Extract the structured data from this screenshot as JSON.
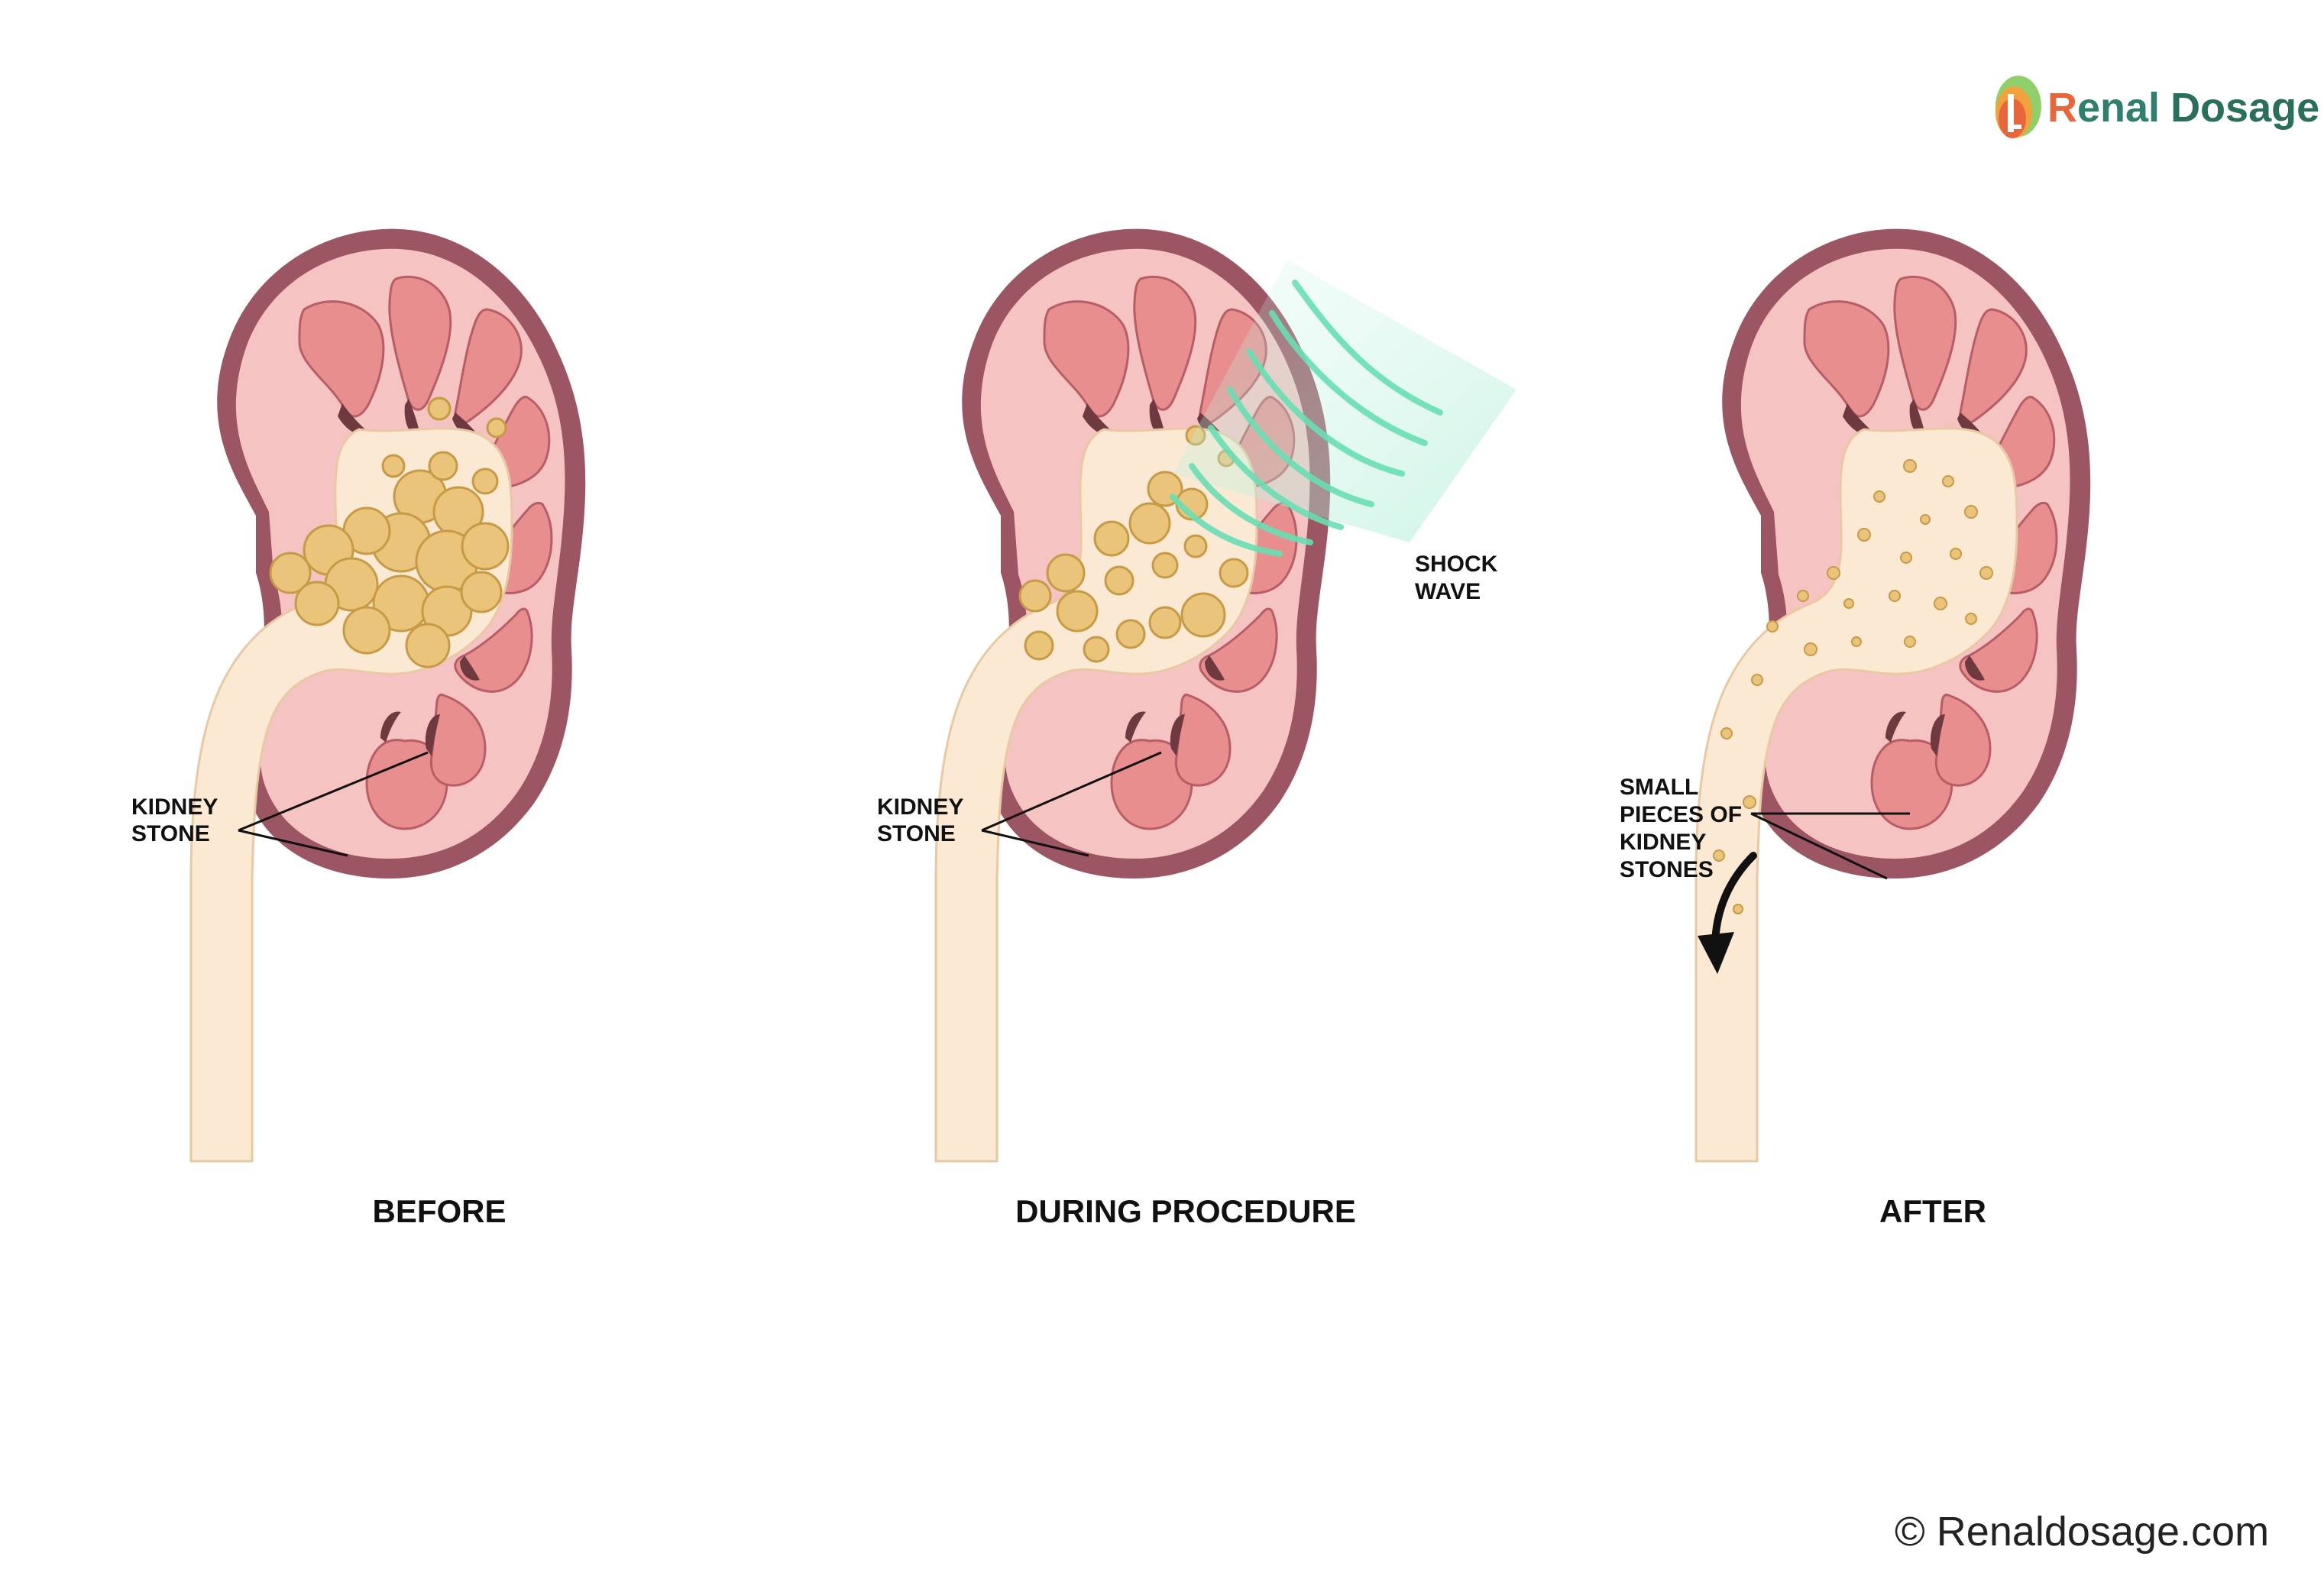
{
  "logo": {
    "word1_first": "R",
    "word1_rest": "enal",
    "word2": "Dosage"
  },
  "credit": "© Renaldosage.com",
  "panels": [
    {
      "caption": "BEFORE",
      "labels": [
        "KIDNEY",
        "STONE"
      ]
    },
    {
      "caption": "DURING PROCEDURE",
      "labels": [
        "KIDNEY",
        "STONE"
      ],
      "wave_labels": [
        "SHOCK",
        "WAVE"
      ]
    },
    {
      "caption": "AFTER",
      "labels": [
        "SMALL",
        "PIECES OF",
        "KIDNEY",
        "STONES"
      ]
    }
  ],
  "colors": {
    "capsule": "#9c5563",
    "cortex": "#f6c3c3",
    "pyramid": "#e98e8e",
    "pyramid_stroke": "#b75d66",
    "papilla": "#6e3a40",
    "pelvis": "#fbe9d4",
    "stone": "#e9c47a",
    "stone_stroke": "#c79a45",
    "wave": "#69dfb4",
    "text": "#111111"
  }
}
